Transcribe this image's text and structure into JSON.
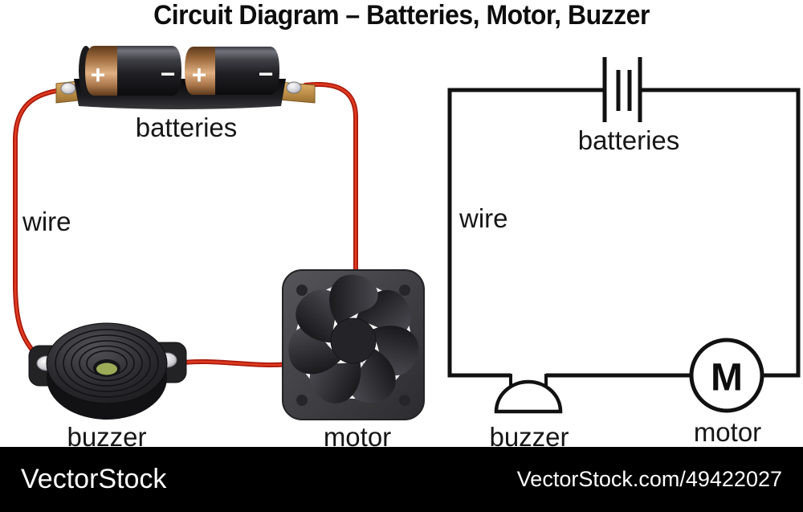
{
  "title": "Circuit Diagram – Batteries, Motor, Buzzer",
  "pictorial": {
    "battery_plus": "+",
    "battery_minus": "−",
    "labels": {
      "batteries": "batteries",
      "wire": "wire",
      "buzzer": "buzzer",
      "motor": "motor"
    }
  },
  "schematic": {
    "motor_letter": "M",
    "labels": {
      "batteries": "batteries",
      "wire": "wire",
      "buzzer": "buzzer",
      "motor": "motor"
    }
  },
  "watermark": {
    "brand": "VectorStock",
    "credit": "VectorStock.com/49422027"
  },
  "colors": {
    "background": "#ffffff",
    "wire_red": "#c1271b",
    "battery_copper": "#c98f5c",
    "component_dark": "#2a2a2c",
    "buzzer_center_green": "#9cab57",
    "schematic_line": "#111111",
    "watermark_bg": "#000000",
    "watermark_text": "#ffffff"
  }
}
